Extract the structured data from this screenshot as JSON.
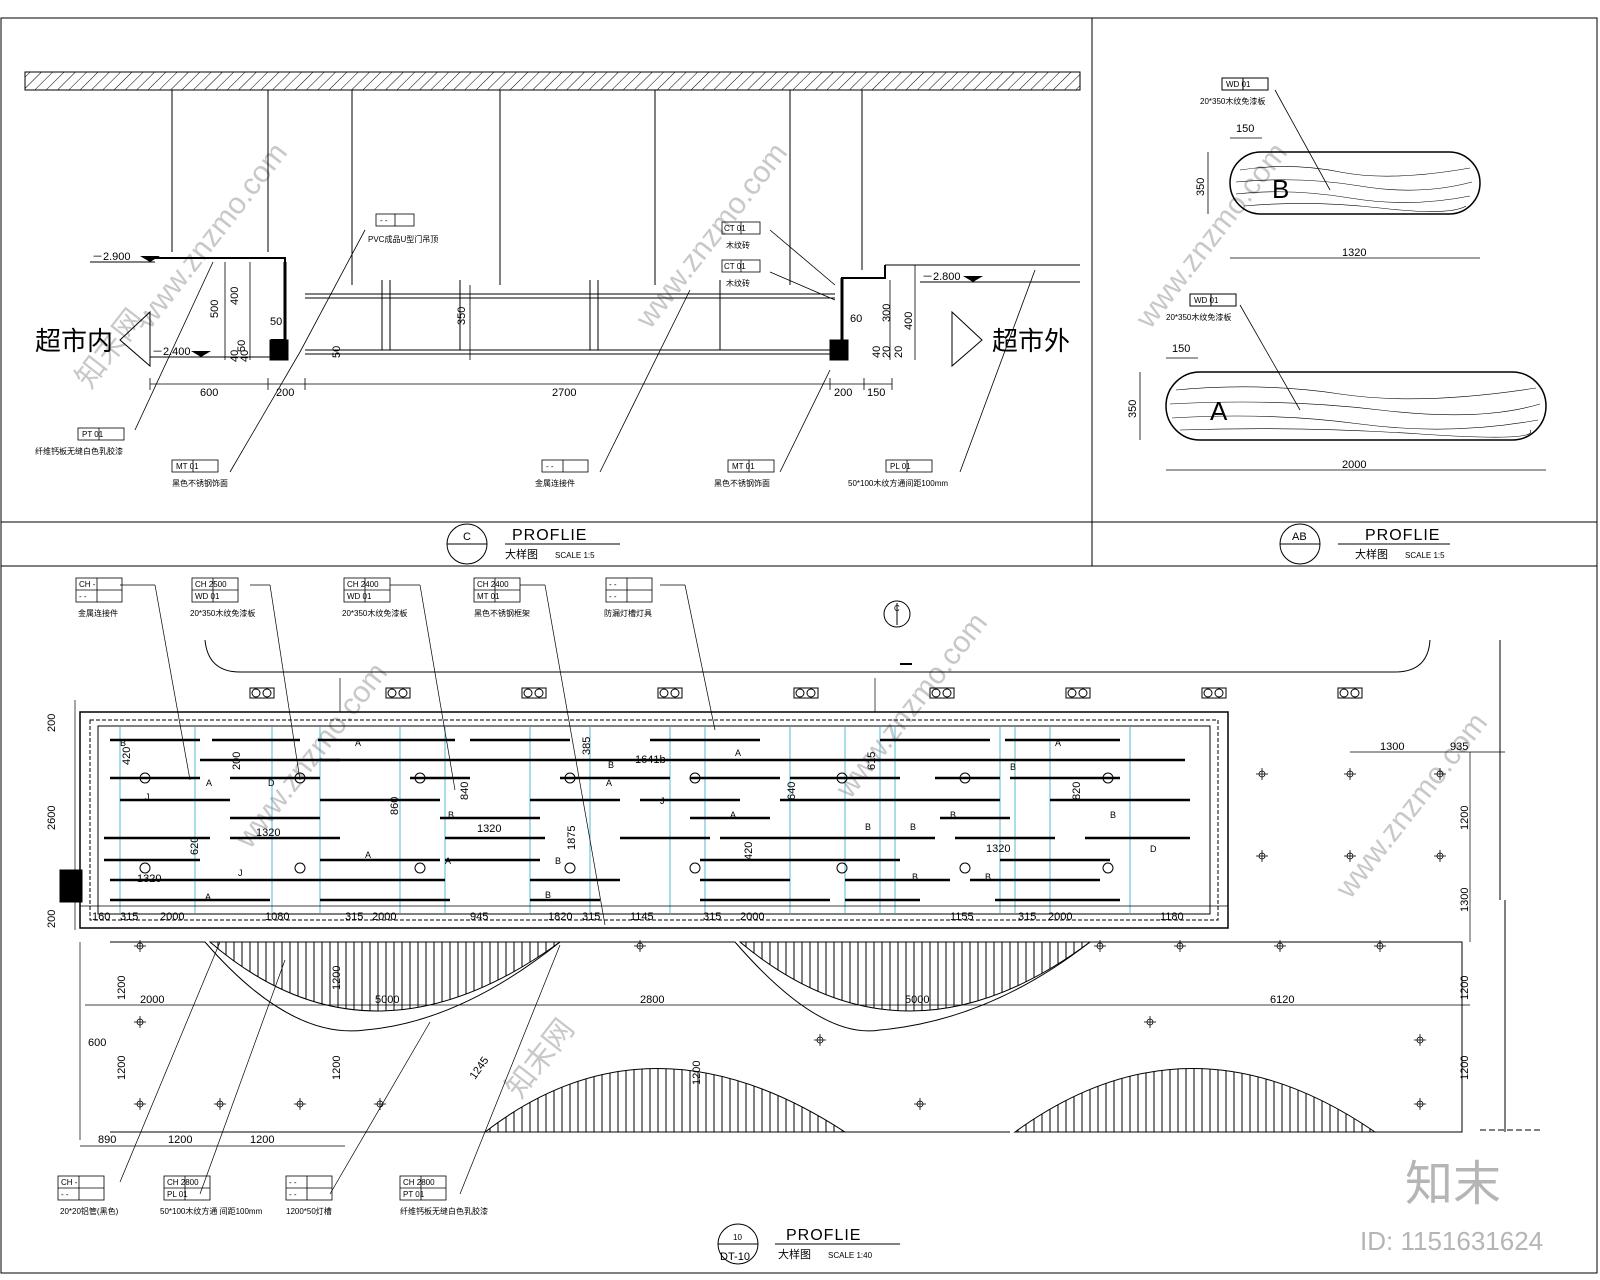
{
  "drawing_c": {
    "inside_label": "超市内",
    "outside_label": "超市外",
    "elev_left": "－2.900",
    "elev_left_low": "－2.400",
    "elev_right": "－2.800",
    "dims_bottom": [
      "600",
      "200",
      "2700",
      "200",
      "150"
    ],
    "dims_vertical_left": [
      "500",
      "400",
      "50",
      "50",
      "40",
      "40"
    ],
    "dims_vertical_mid": [
      "350",
      "50"
    ],
    "dims_vertical_right": [
      "300",
      "400",
      "60",
      "20",
      "20",
      "40"
    ],
    "tags": [
      {
        "code": "-  -",
        "text": "PVC成品U型门吊顶"
      },
      {
        "code": "CT  01",
        "text": "木纹砖"
      },
      {
        "code": "CT  01",
        "text": "木纹砖"
      },
      {
        "code": "PT  01",
        "text": "纤维钙板无缝白色乳胶漆"
      },
      {
        "code": "MT  01",
        "text": "黑色不锈钢饰面"
      },
      {
        "code": "-  -",
        "text": "金属连接件"
      },
      {
        "code": "MT  01",
        "text": "黑色不锈钢饰面"
      },
      {
        "code": "PL  01",
        "text": "50*100木纹方通间距100mm"
      }
    ],
    "section_mark": "C",
    "title": "PROFLIE",
    "subtitle": "大样图",
    "scale": "SCALE 1:5"
  },
  "drawing_ab": {
    "plank_b": {
      "letter": "B",
      "width": "1320",
      "height": "350",
      "end": "150",
      "tag_code": "WD  01",
      "tag_text": "20*350木纹免漆板"
    },
    "plank_a": {
      "letter": "A",
      "width": "2000",
      "height": "350",
      "end": "150",
      "tag_code": "WD  01",
      "tag_text": "20*350木纹免漆板"
    },
    "section_mark": "AB",
    "title": "PROFLIE",
    "subtitle": "大样图",
    "scale": "SCALE 1:5"
  },
  "drawing_plan": {
    "top_tags": [
      {
        "code1": "CH  -",
        "code2": "-  -",
        "text": "金属连接件"
      },
      {
        "code1": "CH  2500",
        "code2": "WD  01",
        "text": "20*350木纹免漆板"
      },
      {
        "code1": "CH  2400",
        "code2": "WD  01",
        "text": "20*350木纹免漆板"
      },
      {
        "code1": "CH  2400",
        "code2": "MT  01",
        "text": "黑色不锈钢框架"
      },
      {
        "code1": "-  -",
        "code2": "-  -",
        "text": "防漏灯槽灯具"
      }
    ],
    "bottom_tags": [
      {
        "code1": "CH  -",
        "code2": "-  -",
        "text": "20*20铝管(黑色)"
      },
      {
        "code1": "CH  2800",
        "code2": "PL  01",
        "text": "50*100木纹方通 间距100mm"
      },
      {
        "code1": "-  -",
        "code2": "-  -",
        "text": "1200*50灯槽"
      },
      {
        "code1": "CH  2800",
        "code2": "PT  01",
        "text": "纤维钙板无缝白色乳胶漆"
      }
    ],
    "plank_dims": [
      "1641b",
      "1320",
      "1320",
      "1320",
      "1320",
      "420",
      "640",
      "860",
      "820",
      "615",
      "200",
      "385",
      "1875",
      "840",
      "620",
      "420"
    ],
    "bottom_dims_row": [
      "160",
      "315",
      "2000",
      "1080",
      "315",
      "2000",
      "945",
      "1820",
      "315",
      "1145",
      "315",
      "2000",
      "1155",
      "315",
      "2000",
      "1180"
    ],
    "left_dims": [
      "200",
      "2600",
      "200"
    ],
    "right_dims": [
      "1300",
      "935",
      "1200",
      "1300",
      "1200",
      "1200"
    ],
    "lower_dims_row": [
      "2000",
      "5000",
      "2800",
      "5000",
      "6120"
    ],
    "lower_left": [
      "600",
      "1200",
      "1200"
    ],
    "lower_bottom": [
      "890",
      "1200",
      "1200"
    ],
    "misc_dims": [
      "1245",
      "1200",
      "1200",
      "1200"
    ],
    "section_mark": "C",
    "ref_mark": "10",
    "ref_sheet": "DT-10",
    "title": "PROFLIE",
    "subtitle": "大样图",
    "scale": "SCALE 1:40"
  },
  "watermark": {
    "logo": "知末",
    "id": "ID: 1151631624",
    "site": "www.znzmo.com",
    "brand": "知末网"
  }
}
